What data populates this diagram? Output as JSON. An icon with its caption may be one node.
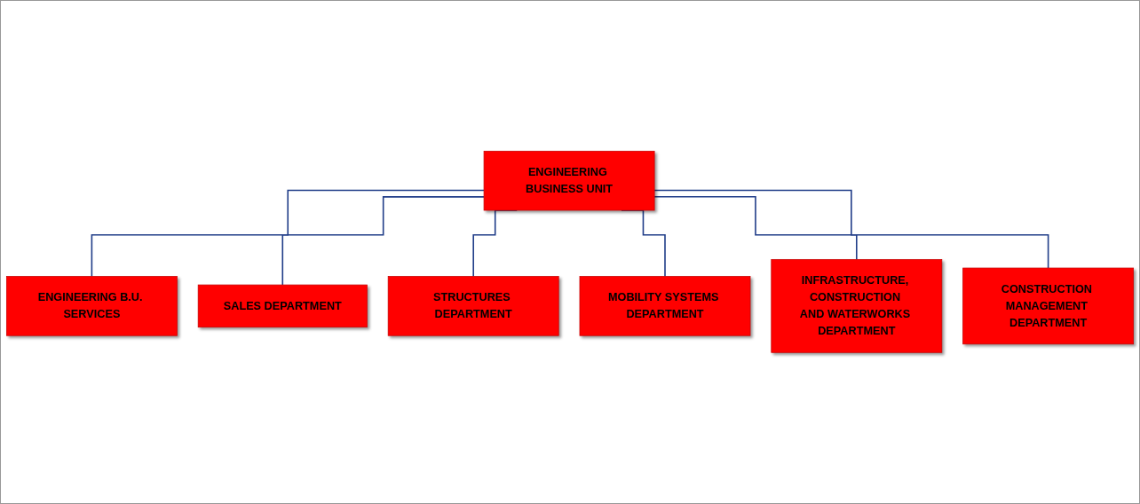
{
  "diagram": {
    "nodes": [
      {
        "text": [
          "ENGINEERING BUSINESS UNIT"
        ]
      },
      {
        "text": [
          "ENGINEERING B.U. SERVICES"
        ]
      },
      {
        "text": [
          "SALES DEPARTMENT"
        ]
      },
      {
        "text": [
          "STRUCTURES DEPARTMENT"
        ]
      },
      {
        "text": [
          "MOBILITY SYSTEMS DEPARTMENT"
        ]
      },
      {
        "text": [
          "INFRASTRUCTURE, CONSTRUCTION AND WATERWORKS DEPARTMENT"
        ]
      },
      {
        "text": [
          "CONSTRUCTION MANAGEMENT DEPARTMENT"
        ]
      }
    ],
    "edges": [
      {
        "from": 0,
        "to": 1,
        "arrow": "none"
      },
      {
        "from": 0,
        "to": 2,
        "arrow": "none"
      },
      {
        "from": 0,
        "to": 3,
        "arrow": "none"
      },
      {
        "from": 0,
        "to": 4,
        "arrow": "none"
      },
      {
        "from": 0,
        "to": 5,
        "arrow": "none"
      },
      {
        "from": 0,
        "to": 6,
        "arrow": "none"
      }
    ]
  }
}
